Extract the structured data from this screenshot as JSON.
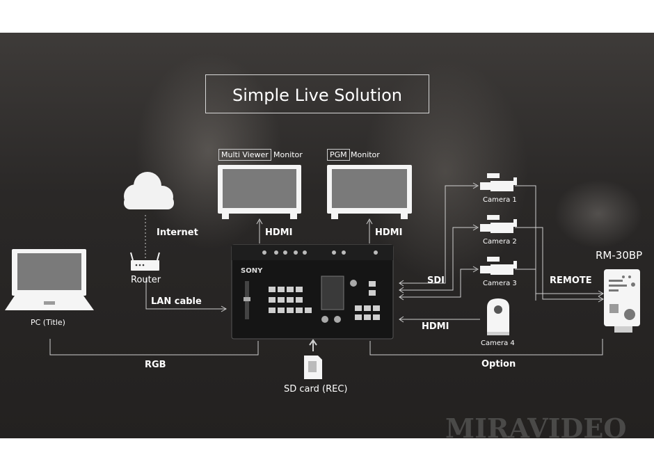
{
  "title": "Simple Live Solution",
  "monitors": {
    "multi_viewer_tag": "Multi Viewer",
    "multi_viewer_suffix": "Monitor",
    "pgm_tag": "PGM",
    "pgm_suffix": "Monitor"
  },
  "labels": {
    "internet": "Internet",
    "router": "Router",
    "lan_cable": "LAN cable",
    "pc": "PC (Title)",
    "rgb": "RGB",
    "hdmi_mv": "HDMI",
    "hdmi_pgm": "HDMI",
    "sd_card": "SD card (REC)",
    "sdi": "SDI",
    "hdmi_cam4": "HDMI",
    "option": "Option",
    "remote": "REMOTE",
    "rm": "RM-30BP",
    "camera1": "Camera 1",
    "camera2": "Camera 2",
    "camera3": "Camera 3",
    "camera4": "Camera 4",
    "brand": "SONY"
  },
  "watermark": "MIRAVIDEO",
  "colors": {
    "background": "#2a2827",
    "line": "#cfcfcf",
    "text": "#ffffff",
    "screen": "#7a7a7a"
  }
}
